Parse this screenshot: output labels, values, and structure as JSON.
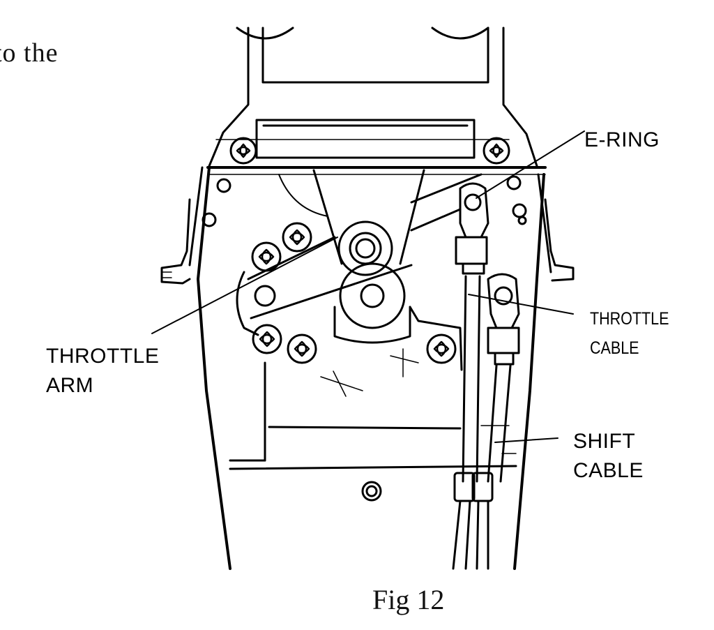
{
  "body_text_fragment": "to the",
  "labels": {
    "e_ring": "E-RING",
    "throttle_cable_line1": "THROTTLE",
    "throttle_cable_line2": "CABLE",
    "throttle_arm_line1": "THROTTLE",
    "throttle_arm_line2": "ARM",
    "shift_cable_line1": "SHIFT",
    "shift_cable_line2": "CABLE"
  },
  "caption": "Fig 12"
}
